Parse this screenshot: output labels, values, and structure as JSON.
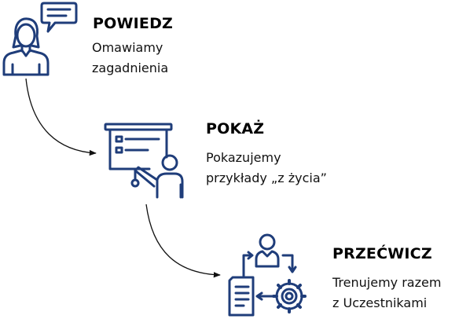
{
  "colors": {
    "icon": "#1f3d7a",
    "arrow": "#111111"
  },
  "steps": [
    {
      "icon": "person-speech-icon",
      "title": "POWIEDZ",
      "lines": [
        "Omawiamy",
        "zagadnienia"
      ]
    },
    {
      "icon": "presentation-board-icon",
      "title": "POKAŻ",
      "lines": [
        "Pokazujemy",
        "przykłady „z życia”"
      ]
    },
    {
      "icon": "training-cycle-icon",
      "title": "PRZEĆWICZ",
      "lines": [
        "Trenujemy razem",
        "z Uczestnikami"
      ]
    }
  ]
}
